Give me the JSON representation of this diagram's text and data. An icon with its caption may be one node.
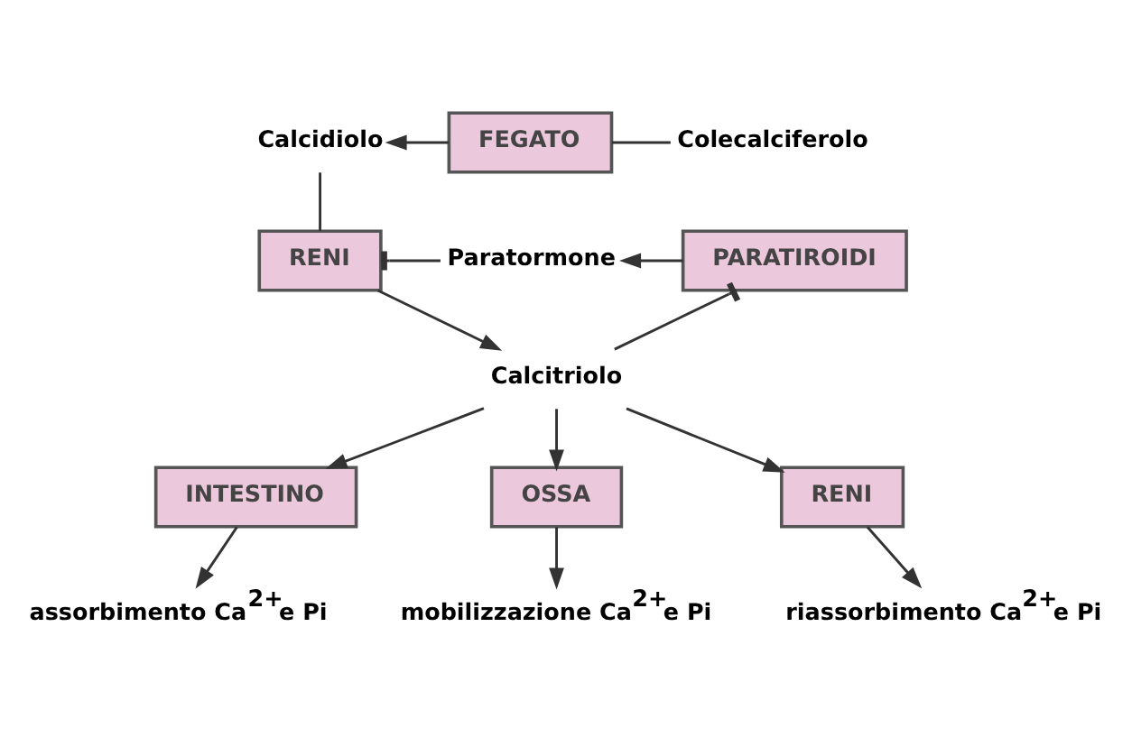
{
  "diagram": {
    "nodes": [
      {
        "text": [
          "FEGATO"
        ]
      },
      {
        "text": [
          "Colecalciferolo"
        ]
      },
      {
        "text": [
          "Calcidiolo"
        ]
      },
      {
        "text": [
          "RENI"
        ]
      },
      {
        "text": [
          "Paratormone"
        ]
      },
      {
        "text": [
          "PARATIROIDI"
        ]
      },
      {
        "text": [
          "Calcitriolo"
        ]
      },
      {
        "text": [
          "INTESTINO"
        ]
      },
      {
        "text": [
          "OSSA"
        ]
      },
      {
        "text": [
          "RENI"
        ]
      },
      {
        "text": [
          "assorbimento Ca$^{2+}$e Pi"
        ]
      },
      {
        "text": [
          "mobilizzazione Ca$^{2+}$e Pi"
        ]
      },
      {
        "text": [
          "riassorbimento Ca$^{2+}$e Pi"
        ]
      }
    ],
    "edges": [
      {
        "from": 1,
        "to": 0,
        "arrow": "none"
      },
      {
        "from": 0,
        "to": 2,
        "arrow": "to"
      },
      {
        "from": 2,
        "to": 3,
        "arrow": "none"
      },
      {
        "from": 5,
        "to": 4,
        "arrow": "to"
      },
      {
        "from": 4,
        "to": 3,
        "arrow": "other"
      },
      {
        "from": 3,
        "to": 6,
        "arrow": "to"
      },
      {
        "from": 6,
        "to": 5,
        "arrow": "other"
      },
      {
        "from": 6,
        "to": 7,
        "arrow": "to"
      },
      {
        "from": 6,
        "to": 8,
        "arrow": "to"
      },
      {
        "from": 6,
        "to": 9,
        "arrow": "to"
      },
      {
        "from": 7,
        "to": 10,
        "arrow": "to"
      },
      {
        "from": 8,
        "to": 11,
        "arrow": "to"
      },
      {
        "from": 9,
        "to": 12,
        "arrow": "to"
      }
    ]
  }
}
